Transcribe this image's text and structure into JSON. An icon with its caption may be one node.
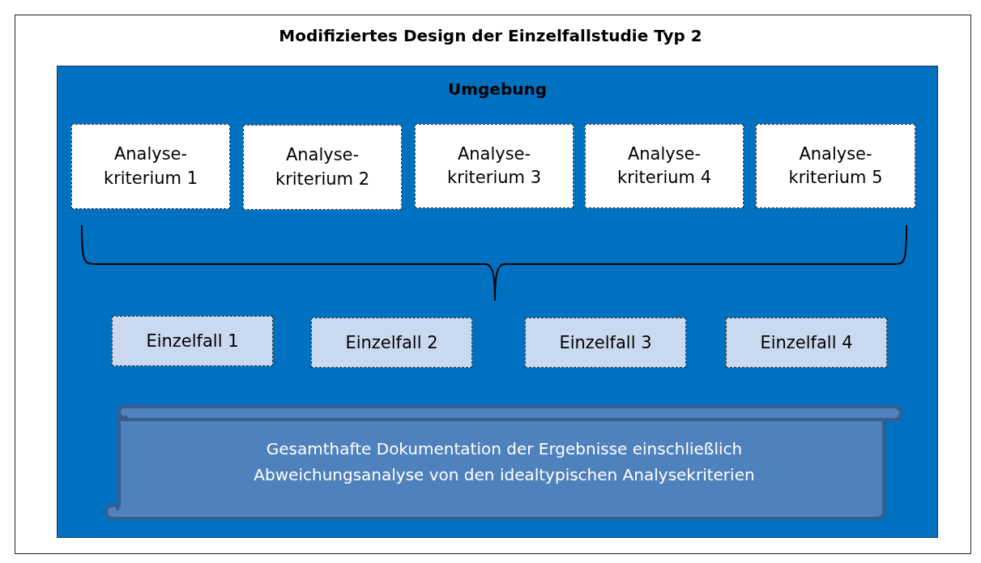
{
  "diagram": {
    "title": "Modifiziertes Design der Einzelfallstudie Typ 2",
    "nodes": [
      {
        "text": [
          "Umgebung"
        ]
      },
      {
        "text": [
          "Analyse- kriterium 1"
        ],
        "in": 0
      },
      {
        "text": [
          "Analyse- kriterium 2"
        ],
        "in": 0
      },
      {
        "text": [
          "Analyse- kriterium 3"
        ],
        "in": 0
      },
      {
        "text": [
          "Analyse- kriterium 4"
        ],
        "in": 0
      },
      {
        "text": [
          "Analyse- kriterium 5"
        ],
        "in": 0
      },
      {
        "text": [
          "Einzelfall 1"
        ],
        "in": 0
      },
      {
        "text": [
          "Einzelfall 2"
        ],
        "in": 0
      },
      {
        "text": [
          "Einzelfall 3"
        ],
        "in": 0
      },
      {
        "text": [
          "Einzelfall 4"
        ],
        "in": 0
      },
      {
        "text": [
          "Gesamthafte Dokumentation der Ergebnisse einschließlich Abweichungsanalyse von den idealtypischen Analysekriterien"
        ],
        "in": 0
      }
    ]
  }
}
